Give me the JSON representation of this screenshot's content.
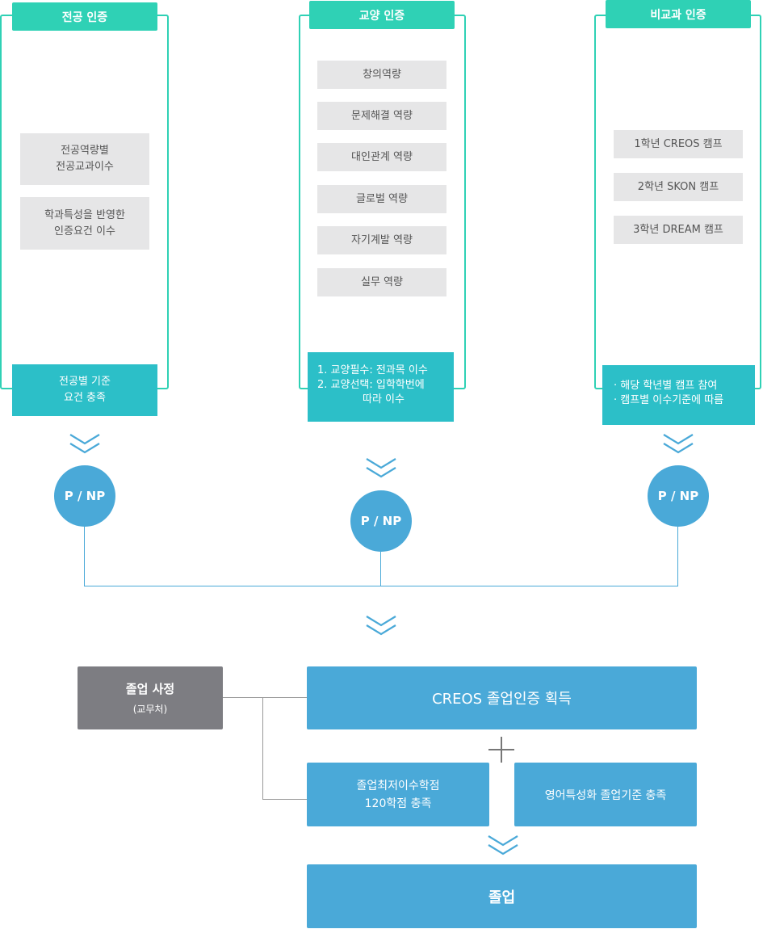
{
  "columns": {
    "major": {
      "title": "전공 인증",
      "items": [
        "전공역량별\n전공교과이수",
        "학과특성을 반영한\n인증요건 이수"
      ],
      "requirement": "전공별 기준\n요건 충족"
    },
    "liberal": {
      "title": "교양 인증",
      "items": [
        "창의역량",
        "문제해결 역량",
        "대인관계 역량",
        "글로벌 역량",
        "자기계발 역량",
        "실무 역량"
      ],
      "requirement_lines": [
        "1. 교양필수: 전과목 이수",
        "2. 교양선택: 입학학번에",
        "따라 이수"
      ]
    },
    "extra": {
      "title": "비교과 인증",
      "items": [
        "1학년 CREOS 캠프",
        "2학년 SKON 캠프",
        "3학년 DREAM 캠프"
      ],
      "requirement_lines": [
        "· 해당 학년별 캠프 참여",
        "· 캠프별 이수기준에 따름"
      ]
    }
  },
  "pass_label": "P / NP",
  "review": {
    "title": "졸업 사정",
    "subtitle": "(교무처)"
  },
  "creos_cert": "CREOS 졸업인증 획득",
  "credits": "졸업최저이수학점\n120학점 충족",
  "english": "영어특성화 졸업기준 충족",
  "graduation": "졸업",
  "colors": {
    "teal": "#2fd1b5",
    "cyan": "#2cbfc8",
    "blue": "#4aa9d8",
    "gray": "#7d7d82",
    "light_gray": "#e6e6e7"
  }
}
